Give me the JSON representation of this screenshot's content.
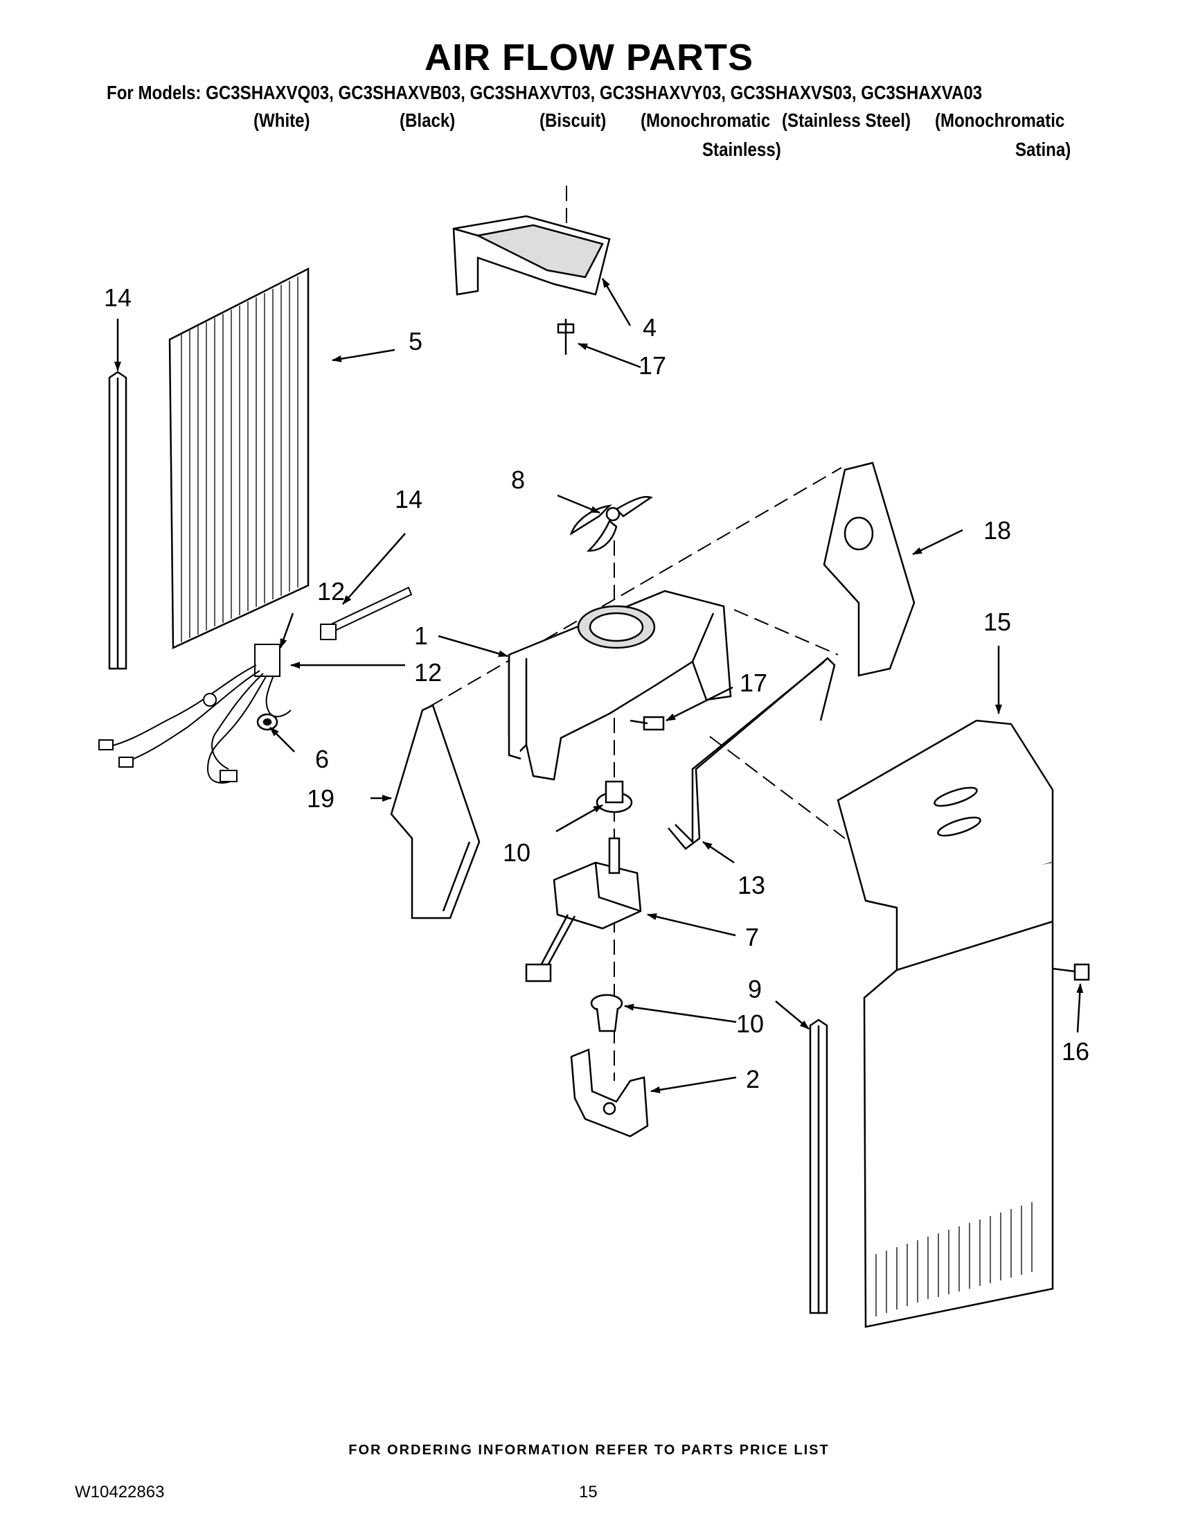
{
  "title": "AIR FLOW PARTS",
  "models_line": "For Models: GC3SHAXVQ03, GC3SHAXVB03, GC3SHAXVT03, GC3SHAXVY03, GC3SHAXVS03, GC3SHAXVA03",
  "variants": {
    "white": "(White)",
    "black": "(Black)",
    "biscuit": "(Biscuit)",
    "mono_stainless_1": "(Monochromatic",
    "mono_stainless_2": "Stainless)",
    "stainless_steel": "(Stainless Steel)",
    "mono_satina_1": "(Monochromatic",
    "mono_satina_2": "Satina)"
  },
  "callouts": {
    "c1": "1",
    "c2": "2",
    "c4": "4",
    "c5": "5",
    "c6": "6",
    "c7": "7",
    "c8": "8",
    "c9": "9",
    "c10a": "10",
    "c10b": "10",
    "c12a": "12",
    "c12b": "12",
    "c13": "13",
    "c14a": "14",
    "c14b": "14",
    "c15": "15",
    "c16": "16",
    "c17a": "17",
    "c17b": "17",
    "c18": "18",
    "c19": "19"
  },
  "footer": {
    "ordering_note": "FOR ORDERING INFORMATION REFER TO PARTS PRICE LIST",
    "doc_number": "W10422863",
    "page_number": "15"
  }
}
